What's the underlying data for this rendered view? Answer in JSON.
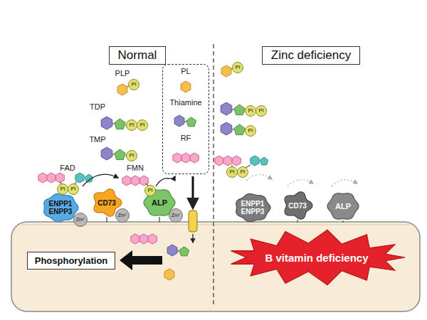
{
  "diagram": {
    "nodes": [
      {
        "text": [
          "Normal"
        ]
      },
      {
        "text": [
          "Zinc deficiency"
        ]
      },
      {
        "text": [
          "PL",
          "Thiamine",
          "RF"
        ]
      },
      {
        "text": [
          "ENPP1 ENPP3"
        ]
      },
      {
        "text": [
          "CD73"
        ]
      },
      {
        "text": [
          "ALP"
        ]
      },
      {
        "text": [
          "ENPP1 ENPP3"
        ]
      },
      {
        "text": [
          "CD73"
        ]
      },
      {
        "text": [
          "ALP"
        ]
      },
      {
        "text": [
          "Phosphorylation"
        ]
      },
      {
        "text": [
          "B vitamin deficiency"
        ]
      }
    ],
    "labels": [
      "PLP",
      "Pi",
      "TDP",
      "Pi",
      "Pi",
      "TMP",
      "Pi",
      "FAD",
      "Pi",
      "Pi",
      "FMN",
      "Pi",
      "Zn²⁺",
      "Zn²⁺",
      "Zn²⁺",
      "Pi",
      "Pi",
      "Pi",
      "Pi",
      "Pi",
      "Pi"
    ]
  }
}
